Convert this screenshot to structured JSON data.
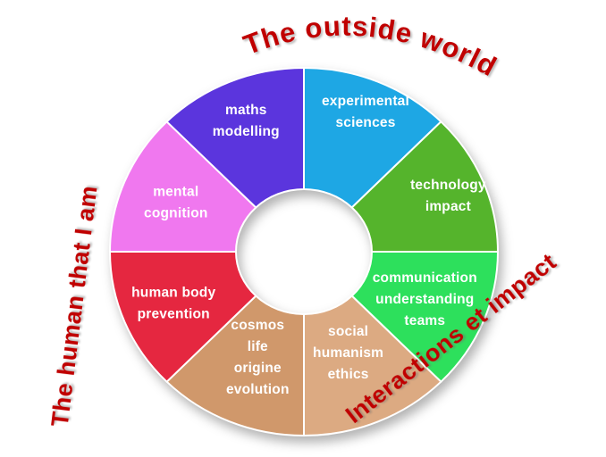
{
  "page": {
    "background_color": "#ffffff"
  },
  "chart_data": {
    "type": "pie",
    "subtype": "donut-topic-wheel",
    "title": "",
    "equal_segments": true,
    "segment_text_color": "#ffffff",
    "segments": [
      {
        "label": "experimental sciences",
        "lines": [
          "experimental",
          "sciences"
        ],
        "color": "#1ea7e4",
        "value": 1
      },
      {
        "label": "technology impact",
        "lines": [
          "technology",
          "impact"
        ],
        "color": "#55b42c",
        "value": 1
      },
      {
        "label": "communication understanding teams",
        "lines": [
          "communication",
          "understanding",
          "teams"
        ],
        "color": "#2de05c",
        "value": 1
      },
      {
        "label": "social humanism ethics",
        "lines": [
          "social",
          "humanism",
          "ethics"
        ],
        "color": "#dcaa82",
        "value": 1
      },
      {
        "label": "cosmos life origine evolution",
        "lines": [
          "cosmos",
          "life",
          "origine",
          "evolution"
        ],
        "color": "#d0986b",
        "value": 1
      },
      {
        "label": "human body prevention",
        "lines": [
          "human body",
          "prevention"
        ],
        "color": "#e52740",
        "value": 1
      },
      {
        "label": "mental cognition",
        "lines": [
          "mental",
          "cognition"
        ],
        "color": "#f078ef",
        "value": 1
      },
      {
        "label": "maths modelling",
        "lines": [
          "maths",
          "modelling"
        ],
        "color": "#5b35dd",
        "value": 1
      }
    ],
    "outer_labels": {
      "top": {
        "text": "The outside world",
        "color": "#c00000"
      },
      "left": {
        "text": "The human that I am",
        "color": "#c00000"
      },
      "right": {
        "text": "Interactions et impact",
        "color": "#c00000"
      }
    }
  }
}
